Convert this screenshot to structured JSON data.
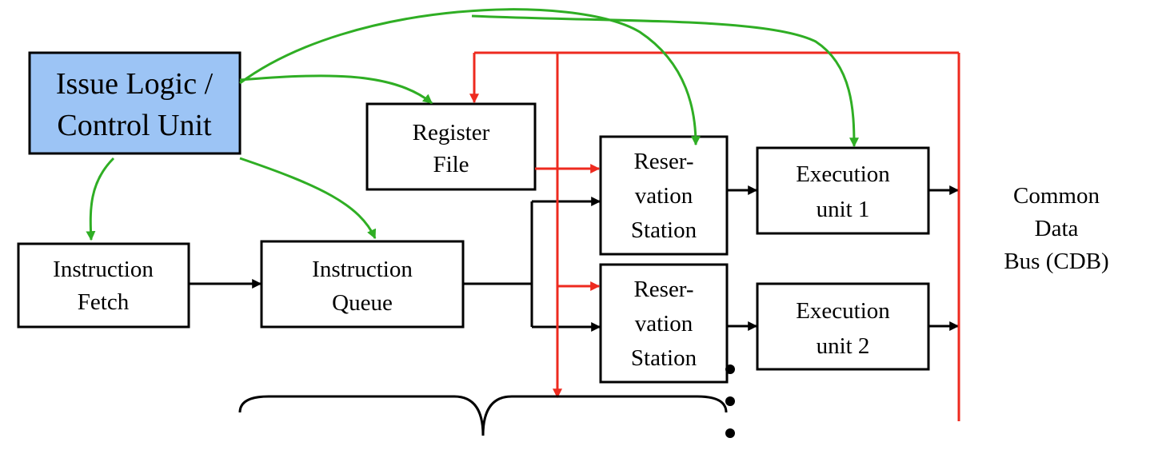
{
  "colors": {
    "control_box_fill": "#9cc4f5",
    "result_bus": "#ee2a1f",
    "control_signal": "#2fae24",
    "data_path": "#000000"
  },
  "blocks": {
    "issue_logic": {
      "line1": "Issue Logic /",
      "line2": "Control Unit"
    },
    "register_file": {
      "line1": "Register",
      "line2": "File"
    },
    "instruction_fetch": {
      "line1": "Instruction",
      "line2": "Fetch"
    },
    "instruction_queue": {
      "line1": "Instruction",
      "line2": "Queue"
    },
    "reservation_station_1": {
      "line1": "Reser-",
      "line2": "vation",
      "line3": "Station"
    },
    "reservation_station_2": {
      "line1": "Reser-",
      "line2": "vation",
      "line3": "Station"
    },
    "execution_unit_1": {
      "line1": "Execution",
      "line2": "unit 1"
    },
    "execution_unit_2": {
      "line1": "Execution",
      "line2": "unit 2"
    }
  },
  "cdb_label": {
    "line1": "Common",
    "line2": "Data",
    "line3": "Bus (CDB)"
  },
  "icons": {
    "dots": "vertical-ellipsis",
    "brace": "curly-brace"
  }
}
